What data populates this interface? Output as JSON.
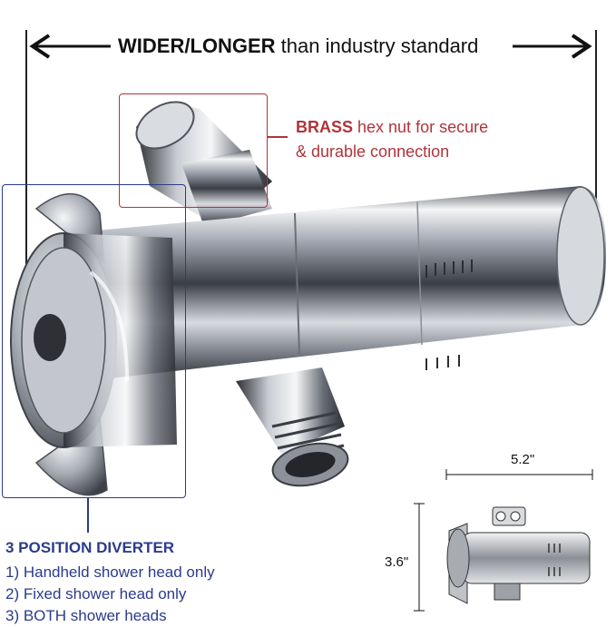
{
  "banner": {
    "title_bold": "WIDER/LONGER",
    "title_rest": " than industry standard"
  },
  "callout_brass": {
    "bold": "BRASS",
    "line1": " hex nut for secure",
    "line2": "& durable connection",
    "color": "#b0343a"
  },
  "callout_diverter": {
    "title": "3 POSITION DIVERTER",
    "options": [
      "1) Handheld shower head only",
      "2) Fixed shower head only",
      "3) BOTH shower heads"
    ],
    "color": "#2b3b8c"
  },
  "dimensions": {
    "width": "5.2\"",
    "height": "3.6\""
  },
  "product": {
    "finish_color": "#c8cbd0"
  }
}
